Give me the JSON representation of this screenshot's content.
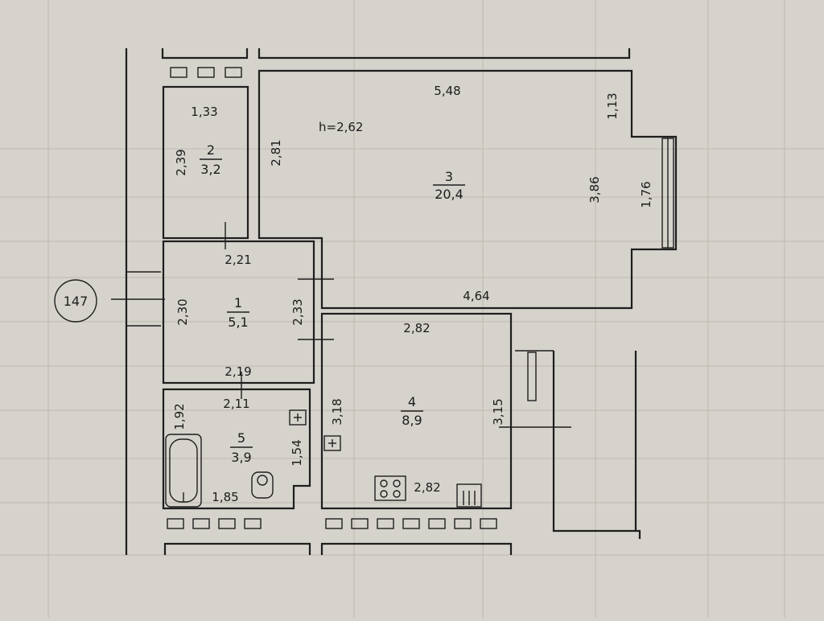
{
  "marker": "147",
  "ceiling_height": "h=2,62",
  "rooms": [
    {
      "number": "1",
      "area": "5,1"
    },
    {
      "number": "2",
      "area": "3,2"
    },
    {
      "number": "3",
      "area": "20,4"
    },
    {
      "number": "4",
      "area": "8,9"
    },
    {
      "number": "5",
      "area": "3,9"
    }
  ],
  "dimensions": {
    "room2_width": "1,33",
    "room2_length": "2,39",
    "room3_top": "5,48",
    "room3_left": "2,81",
    "room3_niche": "1,13",
    "room3_right": "3,86",
    "room3_window": "1,76",
    "room3_bottom": "4,64",
    "room1_top": "2,21",
    "room1_left": "2,30",
    "room1_right": "2,33",
    "room1_bottom": "2,19",
    "room4_top": "2,82",
    "room4_left": "3,18",
    "room4_right": "3,15",
    "room4_bottom": "2,82",
    "room5_top": "2,11",
    "room5_left": "1,92",
    "room5_right": "1,54",
    "room5_bottom": "1,85"
  },
  "colors": {
    "background": "#d6d3cc",
    "ink": "#1e1e1e",
    "grid": "#bdb9b1"
  }
}
